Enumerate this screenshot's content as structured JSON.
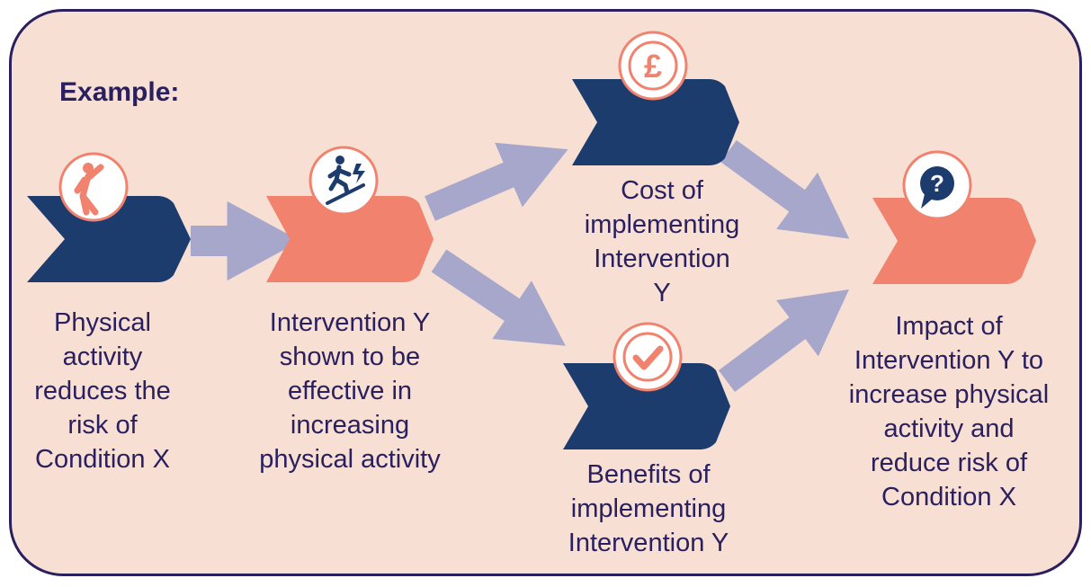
{
  "title": "Example:",
  "colors": {
    "navy": "#1d3c6e",
    "coral": "#f0826e",
    "arrow": "#a7a7cb",
    "background": "#f8dfd3",
    "border": "#2a2060",
    "text": "#2a2060"
  },
  "nodes": [
    {
      "id": "physical-activity",
      "icon": "stretching-person-icon",
      "color": "navy",
      "label": "Physical\nactivity\nreduces the\nrisk of\nCondition X"
    },
    {
      "id": "intervention-y",
      "icon": "climbing-stairs-icon",
      "color": "coral",
      "label": "Intervention Y\nshown to be\neffective in\nincreasing\nphysical activity"
    },
    {
      "id": "cost",
      "icon": "pound-sign-icon",
      "color": "navy",
      "label": "Cost of\nimplementing\nIntervention\nY"
    },
    {
      "id": "benefits",
      "icon": "checkmark-icon",
      "color": "navy",
      "label": "Benefits of\nimplementing\nIntervention Y"
    },
    {
      "id": "impact",
      "icon": "question-bubble-icon",
      "color": "coral",
      "label": "Impact of\nIntervention Y to\nincrease physical\nactivity and\nreduce risk of\nCondition X"
    }
  ],
  "edges": [
    {
      "from": "physical-activity",
      "to": "intervention-y"
    },
    {
      "from": "intervention-y",
      "to": "cost"
    },
    {
      "from": "intervention-y",
      "to": "benefits"
    },
    {
      "from": "cost",
      "to": "impact"
    },
    {
      "from": "benefits",
      "to": "impact"
    }
  ]
}
